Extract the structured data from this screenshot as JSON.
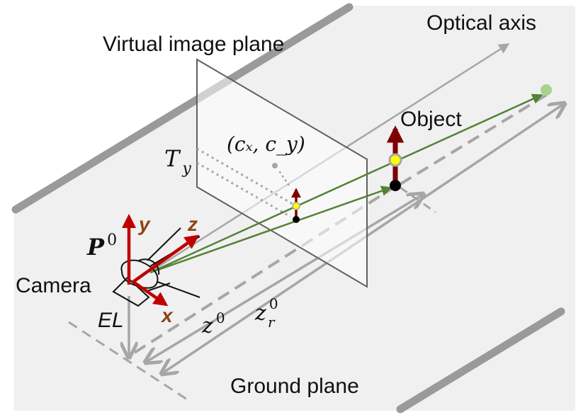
{
  "labels": {
    "optical_axis": "Optical axis",
    "virtual_image_plane": "Virtual image plane",
    "object": "Object",
    "camera": "Camera",
    "ground_plane": "Ground plane",
    "el": "EL",
    "principal_point": "(cₓ, c_y)",
    "ty_base": "T",
    "ty_sub": "y",
    "p_base": "P",
    "p_sup": "0",
    "z0_base": "z",
    "z0_sup": "0",
    "zr_base": "z",
    "zr_sub": "r",
    "zr_sup": "0",
    "axis_x": "x",
    "axis_y": "y",
    "axis_z": "z"
  },
  "colors": {
    "ground": "#f0f0f0",
    "rail": "#9a9a9a",
    "grey_arrow": "#a6a6a6",
    "green_ray": "#548235",
    "camera_axes": "#c00000",
    "axis_label": "#8b4513",
    "object_stick": "#7f0000",
    "object_top": "#ffff00",
    "light_green_point": "#a9d18e"
  }
}
